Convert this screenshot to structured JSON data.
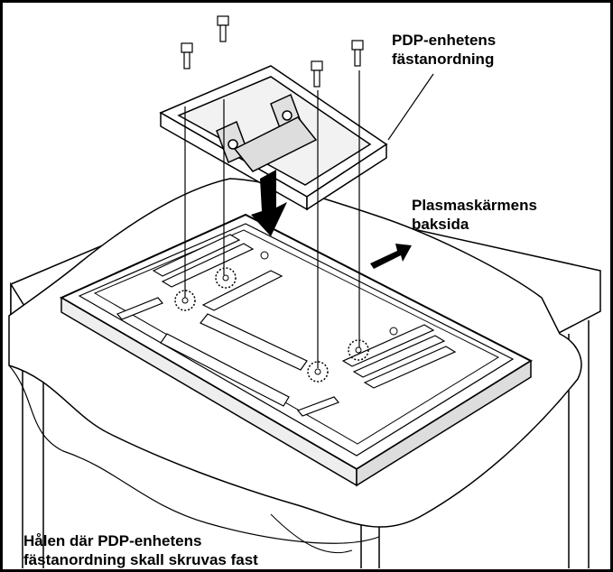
{
  "labels": {
    "bracket_line1": "PDP-enhetens",
    "bracket_line2": "fästanordning",
    "back_line1": "Plasmaskärmens",
    "back_line2": "baksida",
    "holes_line1": "Hålen där PDP-enhetens",
    "holes_line2": "fästanordning skall skruvas fast"
  },
  "colors": {
    "line": "#000000",
    "paper": "#ffffff",
    "shade": "#d8d8d8"
  }
}
